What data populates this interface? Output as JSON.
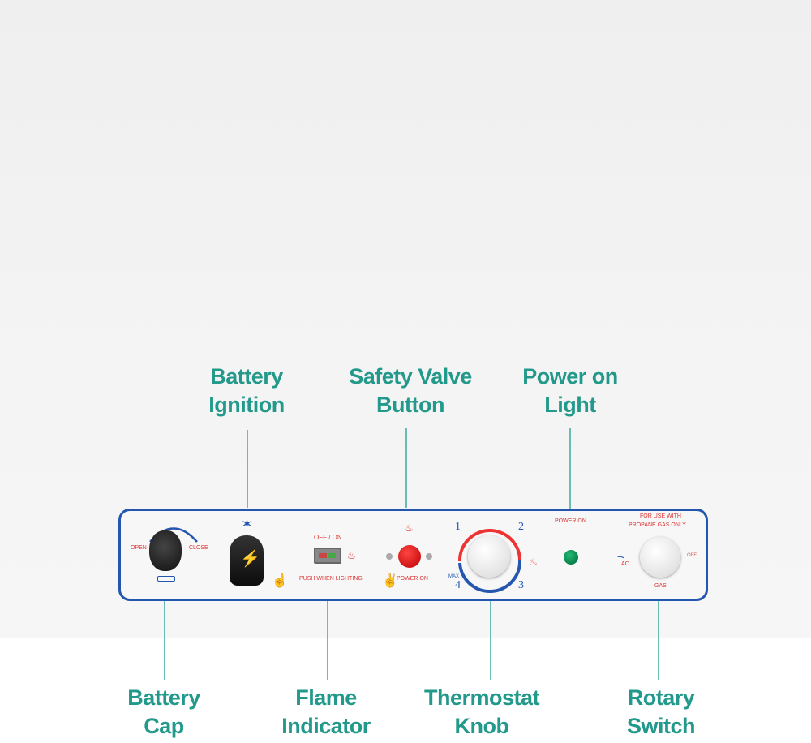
{
  "callouts_top": [
    {
      "label_line1": "Battery",
      "label_line2": "Ignition"
    },
    {
      "label_line1": "Safety Valve",
      "label_line2": "Button"
    },
    {
      "label_line1": "Power on",
      "label_line2": "Light"
    }
  ],
  "callouts_bottom": [
    {
      "label_line1": "Battery",
      "label_line2": "Cap"
    },
    {
      "label_line1": "Flame",
      "label_line2": "Indicator"
    },
    {
      "label_line1": "Thermostat",
      "label_line2": "Knob"
    },
    {
      "label_line1": "Rotary",
      "label_line2": "Switch"
    }
  ],
  "panel": {
    "open": "OPEN",
    "close": "CLOSE",
    "off_on": "OFF / ON",
    "push_when_lighting": "PUSH  WHEN   LIGHTING",
    "power_on_button": "POWER ON",
    "thermo": {
      "n1": "1",
      "n2": "2",
      "n3": "3",
      "n4": "4",
      "max": "MAX"
    },
    "power_on_light": "POWER ON",
    "propane_line1": "FOR USE WITH",
    "propane_line2": "PROPANE GAS ONLY",
    "ac": "AC",
    "off": "OFF",
    "gas": "GAS"
  },
  "colors": {
    "label": "#22998a",
    "panel_border": "#2456b0",
    "text_red": "#dd3333"
  }
}
